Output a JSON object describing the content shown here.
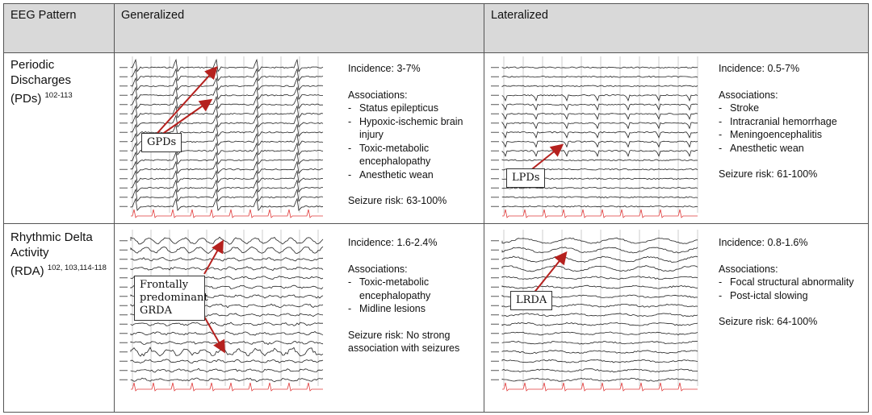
{
  "header": {
    "col1": "EEG Pattern",
    "col2": "Generalized",
    "col3": "Lateralized"
  },
  "rows": [
    {
      "label_lines": [
        "Periodic",
        "Discharges"
      ],
      "label_last": "(PDs)",
      "refs": "102-113",
      "generalized": {
        "callout": [
          "GPDs"
        ],
        "incidence": "Incidence: 3-7%",
        "assoc_title": "Associations:",
        "associations": [
          "Status epilepticus",
          "Hypoxic-ischemic brain injury",
          "Toxic-metabolic encephalopathy",
          "Anesthetic wean"
        ],
        "seizure": "Seizure risk: 63-100%"
      },
      "lateralized": {
        "callout": [
          "LPDs"
        ],
        "incidence": "Incidence: 0.5-7%",
        "assoc_title": "Associations:",
        "associations": [
          "Stroke",
          "Intracranial hemorrhage",
          "Meningoencephalitis",
          "Anesthetic wean"
        ],
        "seizure": "Seizure risk: 61-100%"
      }
    },
    {
      "label_lines": [
        "Rhythmic Delta",
        "Activity"
      ],
      "label_last": "(RDA)",
      "refs": "102, 103,114-118",
      "generalized": {
        "callout": [
          "Frontally",
          "predominant",
          "GRDA"
        ],
        "incidence": "Incidence: 1.6-2.4%",
        "assoc_title": "Associations:",
        "associations": [
          "Toxic-metabolic encephalopathy",
          "Midline lesions"
        ],
        "seizure": "Seizure risk: No strong association with seizures"
      },
      "lateralized": {
        "callout": [
          "LRDA"
        ],
        "incidence": "Incidence: 0.8-1.6%",
        "assoc_title": "Associations:",
        "associations": [
          "Focal structural abnormality",
          "Post-ictal slowing"
        ],
        "seizure": "Seizure risk: 64-100%"
      }
    }
  ],
  "colors": {
    "arrow": "#b5211e",
    "ecg": "#e03a3a",
    "trace": "#222222",
    "grid": "#9a9a9a"
  }
}
